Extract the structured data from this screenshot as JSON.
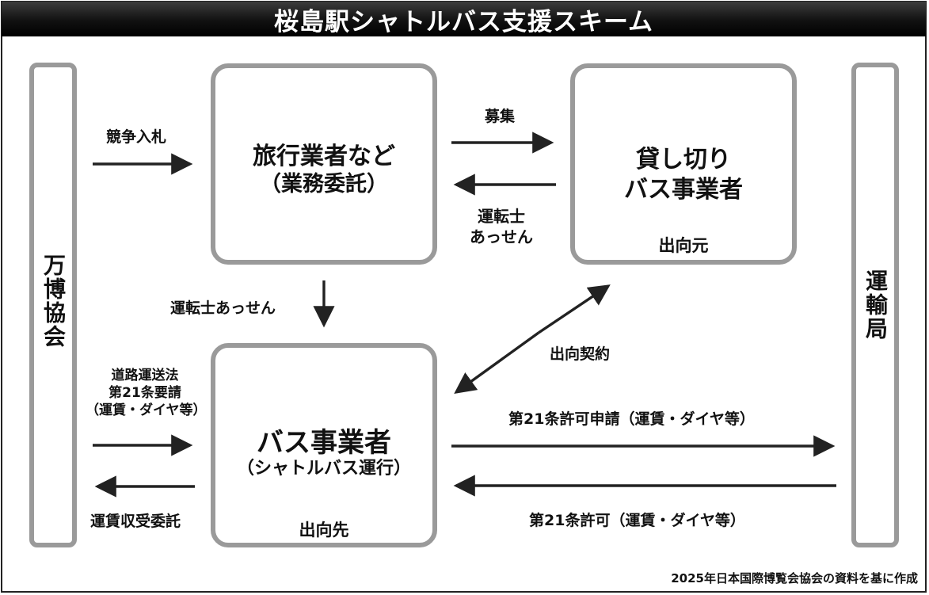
{
  "title": "桜島駅シャトルバス支援スキーム",
  "nodes": {
    "expo": "万博協会",
    "transport_bureau": "運輸局",
    "travel_agency": {
      "line1": "旅行業者など",
      "line2": "（業務委託）"
    },
    "charter_bus": {
      "line1": "貸し切り",
      "line2": "バス事業者",
      "sub": "出向元"
    },
    "bus_operator": {
      "line1": "バス事業者",
      "line2": "（シャトルバス運行）",
      "sub": "出向先"
    }
  },
  "edges": {
    "competitive_bid": "競争入札",
    "recruitment": "募集",
    "driver_referral_1": {
      "line1": "運転士",
      "line2": "あっせん"
    },
    "driver_referral_2": "運転士あっせん",
    "secondment_contract": "出向契約",
    "art21_request": {
      "line1": "道路運送法",
      "line2": "第21条要請",
      "line3": "（運賃・ダイヤ等）"
    },
    "fare_collection": "運賃収受委託",
    "permit_application": "第21条許可申請（運賃・ダイヤ等）",
    "permit": "第21条許可（運賃・ダイヤ等）"
  },
  "source": "2025年日本国際博覧会協会の資料を基に作成"
}
